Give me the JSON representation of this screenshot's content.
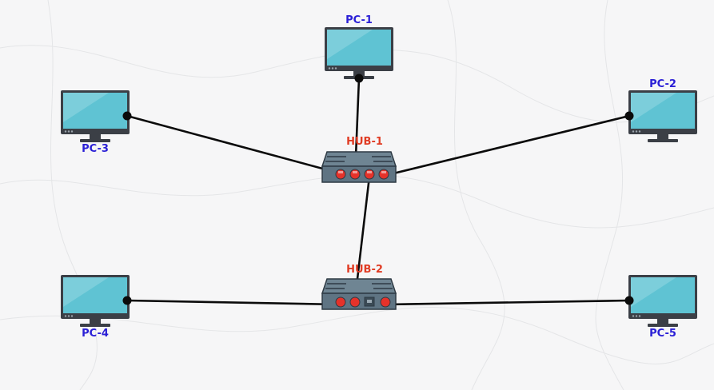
{
  "colors": {
    "pc_label": "#2a1fd6",
    "hub_label": "#e03c24",
    "cable": "#0b0b0b",
    "monitor_screen": "#5fc3d3",
    "monitor_frame": "#3b3f46",
    "hub_body": "#5f7483",
    "hub_port": "#e5322a"
  },
  "icons": {
    "computer": "monitor-icon",
    "hub": "network-hub-icon"
  },
  "nodes": {
    "pc1": {
      "label": "PC-1"
    },
    "pc2": {
      "label": "PC-2"
    },
    "pc3": {
      "label": "PC-3"
    },
    "pc4": {
      "label": "PC-4"
    },
    "pc5": {
      "label": "PC-5"
    },
    "hub1": {
      "label": "HUB-1"
    },
    "hub2": {
      "label": "HUB-2"
    }
  },
  "links": [
    {
      "from": "PC-1",
      "to": "HUB-1"
    },
    {
      "from": "PC-2",
      "to": "HUB-1"
    },
    {
      "from": "PC-3",
      "to": "HUB-1"
    },
    {
      "from": "HUB-1",
      "to": "HUB-2"
    },
    {
      "from": "PC-4",
      "to": "HUB-2"
    },
    {
      "from": "PC-5",
      "to": "HUB-2"
    }
  ]
}
